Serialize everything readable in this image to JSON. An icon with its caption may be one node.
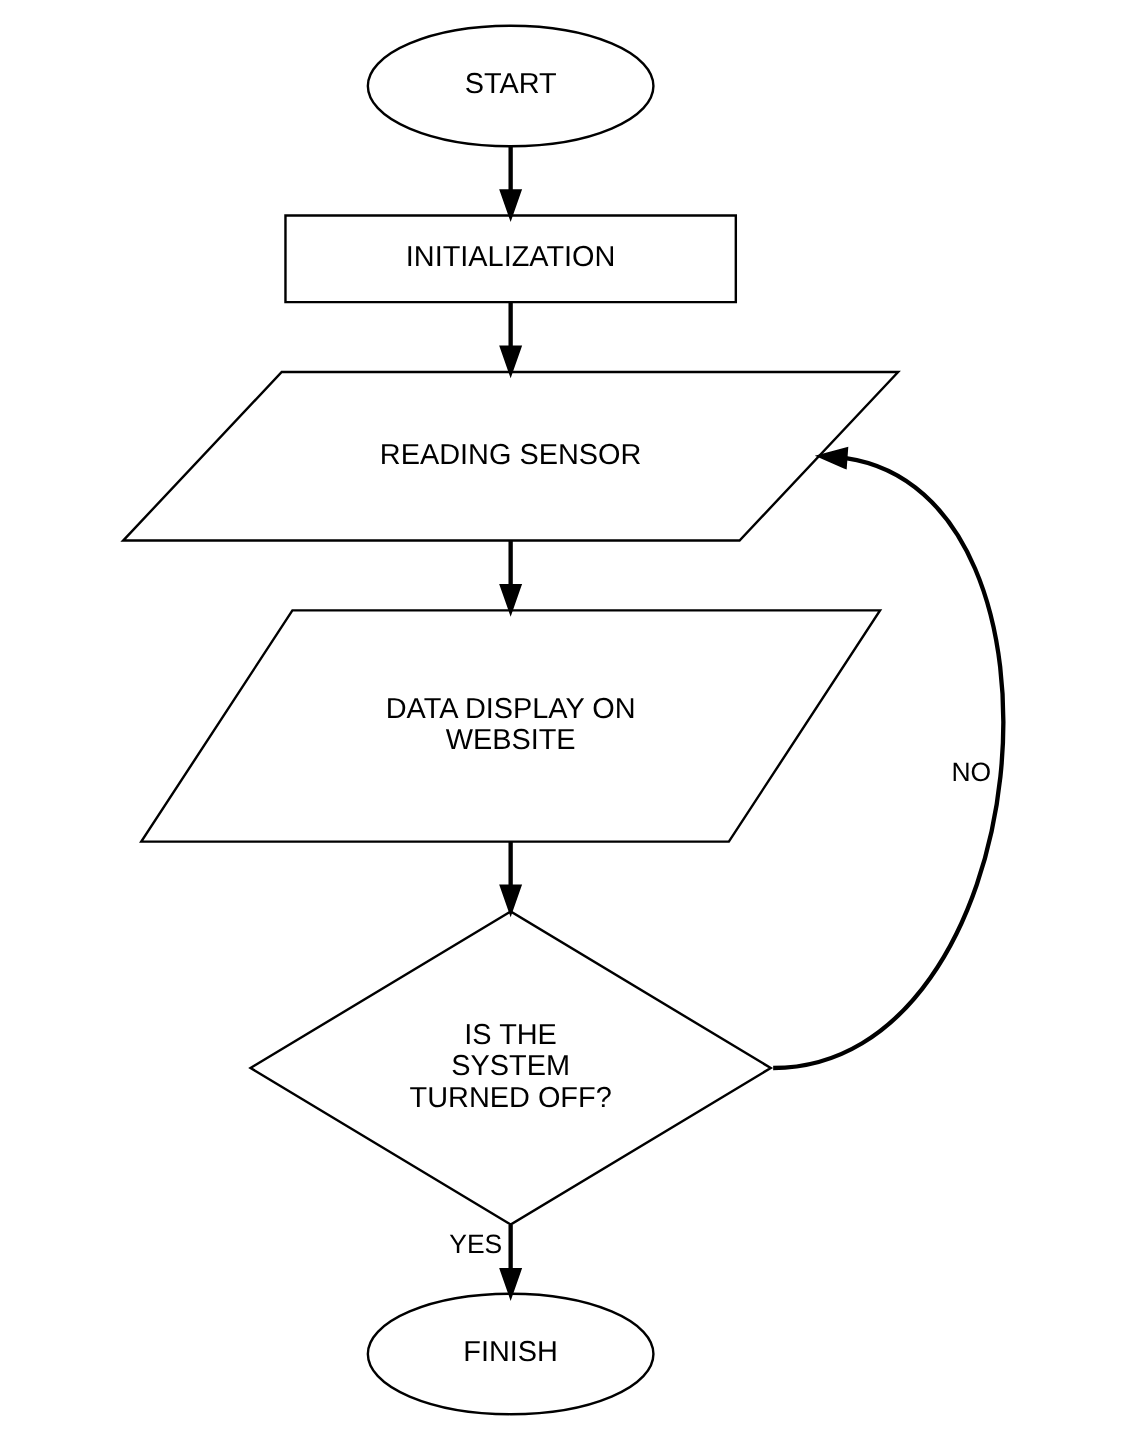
{
  "diagram": {
    "nodes": [
      {
        "text": [
          "START"
        ]
      },
      {
        "text": [
          "INITIALIZATION"
        ]
      },
      {
        "text": [
          "READING SENSOR"
        ]
      },
      {
        "text": [
          "DATA DISPLAY ON WEBSITE"
        ]
      },
      {
        "text": [
          "IS THE SYSTEM TURNED OFF?"
        ]
      },
      {
        "text": [
          "FINISH"
        ]
      }
    ],
    "edges": [
      {
        "from": 0,
        "to": 1,
        "arrow": "to"
      },
      {
        "from": 1,
        "to": 2,
        "arrow": "to"
      },
      {
        "from": 2,
        "to": 3,
        "arrow": "to"
      },
      {
        "from": 3,
        "to": 4,
        "arrow": "to"
      },
      {
        "from": 4,
        "to": 5,
        "arrow": "to",
        "label": "YES"
      },
      {
        "from": 4,
        "to": 2,
        "arrow": "to",
        "label": "NO"
      }
    ]
  }
}
